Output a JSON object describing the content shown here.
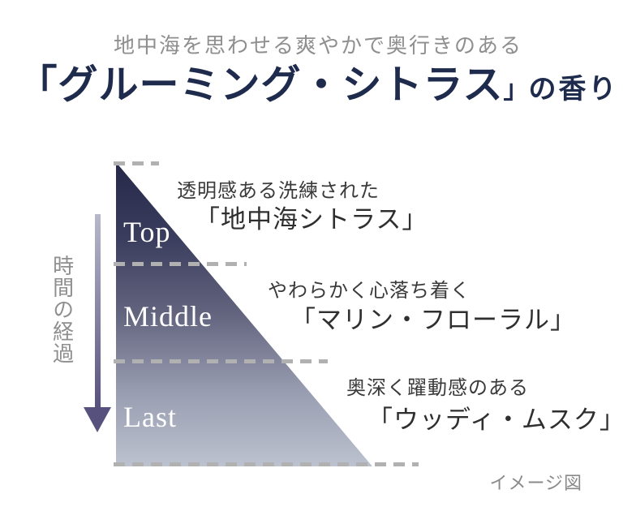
{
  "header": {
    "subtitle": "地中海を思わせる爽やかで奥行きのある",
    "title_main": "「グルーミング・シトラス",
    "title_close_bracket": "」",
    "title_suffix": "の香り"
  },
  "time_axis": {
    "label": "時間の経過",
    "arrow_icon": "down-arrow"
  },
  "pyramid": {
    "zones": [
      {
        "label": "Top",
        "desc_line1": "透明感ある洗練された",
        "desc_line2": "「地中海シトラス」"
      },
      {
        "label": "Middle",
        "desc_line1": "やわらかく心落ち着く",
        "desc_line2": "「マリン・フローラル」"
      },
      {
        "label": "Last",
        "desc_line1": "奥深く躍動感のある",
        "desc_line2": "「ウッディ・ムスク」"
      }
    ]
  },
  "footer": {
    "note": "イメージ図"
  },
  "colors": {
    "title_navy": "#1e2b4c",
    "subtitle_gray": "#8f8f8f",
    "triangle_top": "#26284a",
    "triangle_bottom": "#bcc2cf",
    "dash_gray": "#b1b1b1",
    "arrow_light": "#b8b8cb",
    "arrow_dark": "#57517e",
    "desc_text": "#3a3a3a",
    "desc_serif_text": "#2f2f2f",
    "zone_label": "#ffffff",
    "note_gray": "#8a8a8a"
  }
}
